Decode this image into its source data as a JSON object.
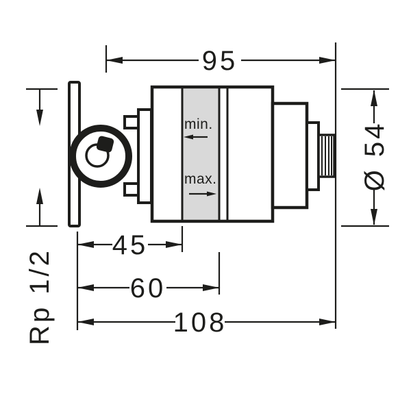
{
  "diagram": {
    "type": "installation-dimension-drawing",
    "colors": {
      "ink": "#1d1d1b",
      "adjustment_zone": "#d9d9d9"
    },
    "dimensions": {
      "overall_width": "95",
      "body_diameter": "Ø 54",
      "min_depth": "45",
      "max_depth": "60",
      "total_depth": "108",
      "connection_thread": "Rp 1/2"
    },
    "adjustment_zone": {
      "min_label": "min.",
      "max_label": "max."
    }
  }
}
